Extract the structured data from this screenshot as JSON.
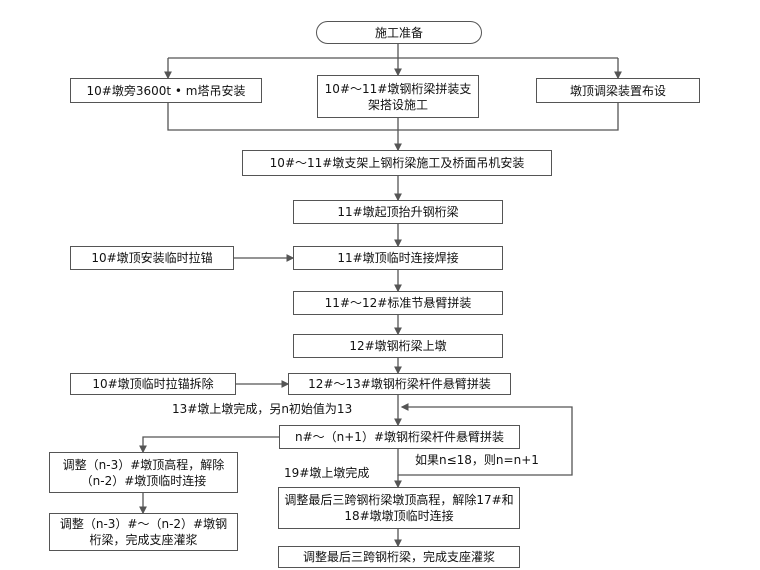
{
  "nodes": {
    "start": "施工准备",
    "tower_crane": "10#墩旁3600t • m塔吊安装",
    "support_frame": "10#～11#墩钢桁梁拼装支架搭设施工",
    "adjust_device": "墩顶调梁装置布设",
    "frame_construction": "10#～11#墩支架上钢桁梁施工及桥面吊机安装",
    "jack_lift": "11#墩起顶抬升钢桁梁",
    "temp_anchor_install": "10#墩顶安装临时拉锚",
    "temp_weld": "11#墩顶临时连接焊接",
    "std_cantilever": "11#～12#标准节悬臂拼装",
    "pier12_on": "12#墩钢桁梁上墩",
    "temp_anchor_remove": "10#墩顶临时拉锚拆除",
    "cantilever_12_13": "12#～13#墩钢桁梁杆件悬臂拼装",
    "loop_step": "n#～（n+1）#墩钢桁梁杆件悬臂拼装",
    "adjust_n3": "调整（n-3）#墩顶高程，解除（n-2）#墩顶临时连接",
    "grout_n3": "调整（n-3）#～（n-2）#墩钢桁梁，完成支座灌浆",
    "adjust_last": "调整最后三跨钢桁梁墩顶高程，解除17#和18#墩墩顶临时连接",
    "grout_last": "调整最后三跨钢桁梁，完成支座灌浆"
  },
  "labels": {
    "init_n": "13#墩上墩完成，另n初始值为13",
    "loop_cond": "如果n≤18，则n=n+1",
    "pier19_done": "19#墩上墩完成"
  }
}
